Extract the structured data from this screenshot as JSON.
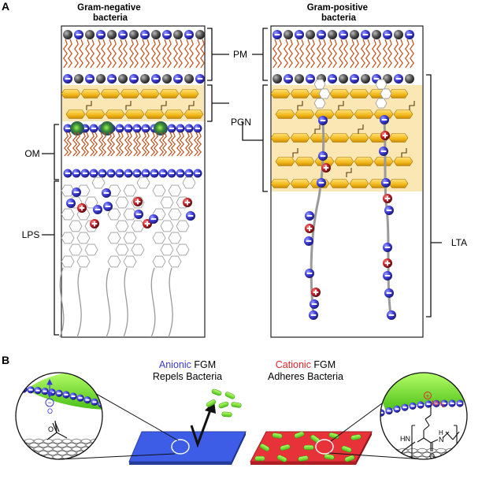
{
  "panel_a": {
    "letter": "A",
    "gram_negative_title": [
      "Gram-negative",
      "bacteria"
    ],
    "gram_positive_title": [
      "Gram-positive",
      "bacteria"
    ],
    "labels": {
      "pm": "PM",
      "pgn": "PGN",
      "om": "OM",
      "lps": "LPS",
      "lta": "LTA"
    }
  },
  "panel_b": {
    "letter": "B",
    "anionic": {
      "word": "Anionic",
      "rest": " FGM",
      "line2": "Repels Bacteria",
      "color": "#3a3ad8"
    },
    "cationic": {
      "word": "Cationic",
      "rest": " FGM",
      "line2": "Adheres Bacteria",
      "color": "#e0242c"
    },
    "chem": {
      "minus": "−",
      "oxygen": "O",
      "plus": "+",
      "nh3": "NH",
      "nh3_sub": "3",
      "hn": "HN",
      "h": "H",
      "n_atom": "N",
      "n_sub": "n",
      "five": "5"
    }
  },
  "colors": {
    "anion_ball": "#3d3ddc",
    "cation_ball": "#c8202a",
    "grey_ball": "#555555",
    "lipid_tail": "#c0501c",
    "pgn_hex": "#f4c21a",
    "pgn_band": "#fbe7b4",
    "green": "#6ddc22",
    "blue_sheet": "#3d5de6",
    "red_sheet": "#e8323a"
  }
}
